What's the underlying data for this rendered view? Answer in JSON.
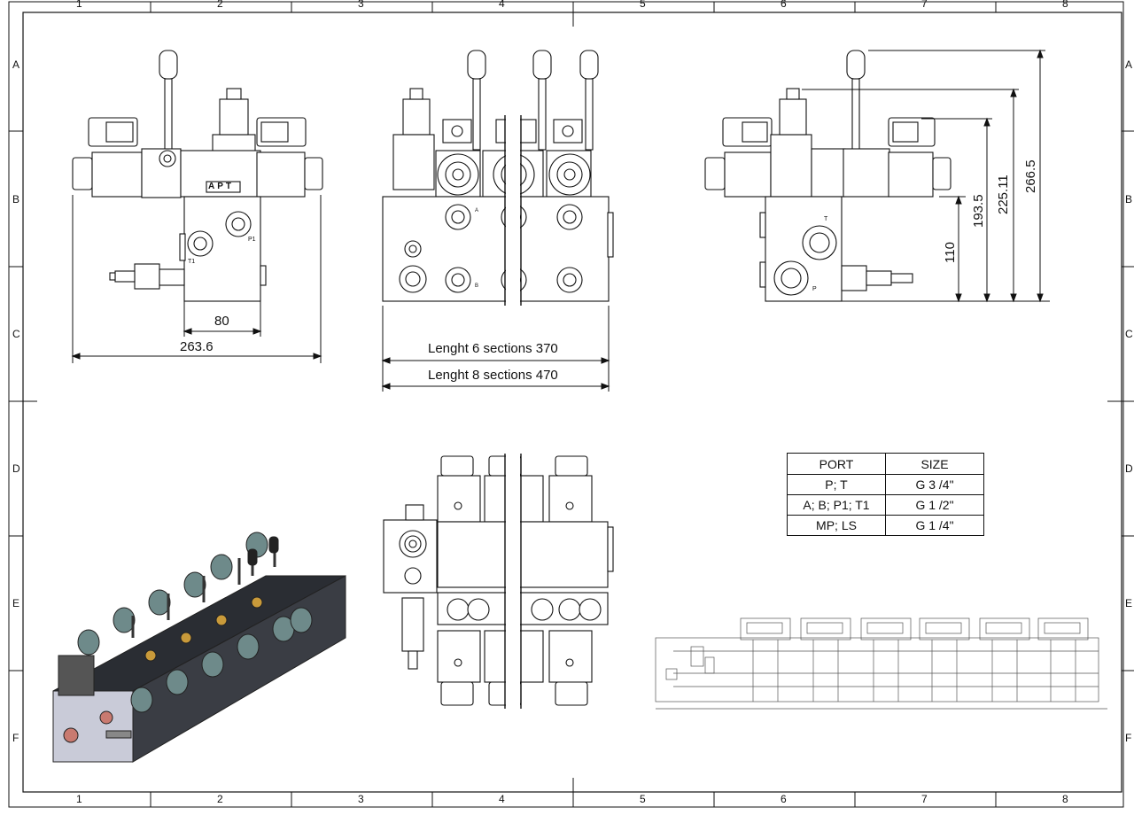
{
  "frame": {
    "columns": [
      "1",
      "2",
      "3",
      "4",
      "5",
      "6",
      "7",
      "8"
    ],
    "rows": [
      "A",
      "B",
      "C",
      "D",
      "E",
      "F"
    ]
  },
  "dimensions": {
    "front_width_small": "80",
    "front_width_total": "263.6",
    "length_6_sections": "Lenght 6 sections 370",
    "length_8_sections": "Lenght 8 sections 470",
    "height_110": "110",
    "height_193": "193.5",
    "height_225": "225.11",
    "height_266": "266.5"
  },
  "labels": {
    "brand": "APT",
    "port_p1": "P1",
    "port_t1": "T1",
    "port_t": "T",
    "port_p": "P",
    "port_a": "A",
    "port_b": "B"
  },
  "port_table": {
    "header": [
      "PORT",
      "SIZE"
    ],
    "rows": [
      [
        "P; T",
        "G 3 /4\""
      ],
      [
        "A; B; P1; T1",
        "G 1 /2\""
      ],
      [
        "MP; LS",
        "G 1 /4\""
      ]
    ]
  }
}
